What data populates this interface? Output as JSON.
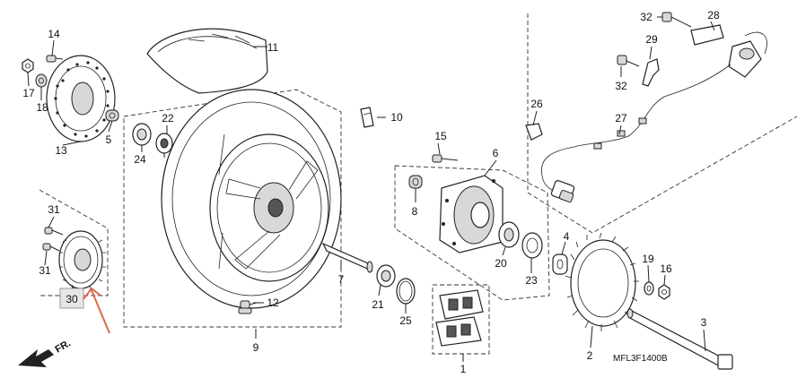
{
  "diagram": {
    "code": "MFL3F1400B",
    "direction_label": "FR.",
    "highlighted_part": "30",
    "accent_color": "#e0664e",
    "callouts": {
      "p1": "1",
      "p2": "2",
      "p3": "3",
      "p4": "4",
      "p5": "5",
      "p6": "6",
      "p7": "7",
      "p8": "8",
      "p9": "9",
      "p10": "10",
      "p11": "11",
      "p12": "12",
      "p13": "13",
      "p14": "14",
      "p15": "15",
      "p16": "16",
      "p17": "17",
      "p18": "18",
      "p19": "19",
      "p20": "20",
      "p21": "21",
      "p22": "22",
      "p23": "23",
      "p24": "24",
      "p25": "25",
      "p26": "26",
      "p27": "27",
      "p28": "28",
      "p29": "29",
      "p30": "30",
      "p31a": "31",
      "p31b": "31",
      "p32a": "32",
      "p32b": "32"
    }
  }
}
